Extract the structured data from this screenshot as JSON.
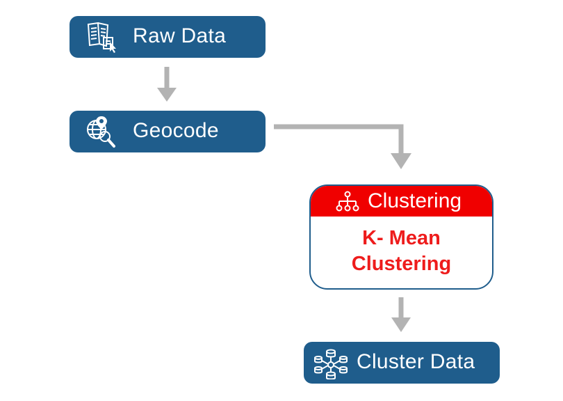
{
  "nodes": {
    "raw_data": {
      "label": "Raw Data",
      "icon": "documents-icon"
    },
    "geocode": {
      "label": "Geocode",
      "icon": "globe-search-icon"
    },
    "clustering": {
      "header": "Clustering",
      "icon": "hierarchy-icon",
      "method_line1": "K- Mean",
      "method_line2": "Clustering"
    },
    "cluster_data": {
      "label": "Cluster Data",
      "icon": "database-network-icon"
    }
  },
  "colors": {
    "node_fill": "#1f5d8c",
    "header_fill": "#f00000",
    "method_text": "#ee1c1c",
    "arrow": "#b3b3b3"
  }
}
